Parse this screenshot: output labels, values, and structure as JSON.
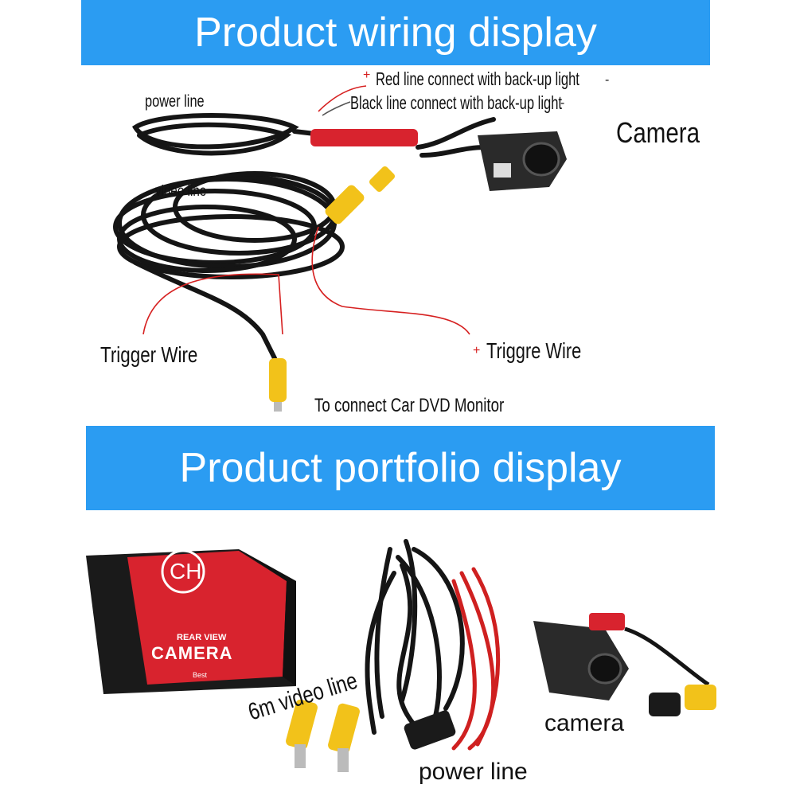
{
  "header1": {
    "title": "Product wiring display"
  },
  "header2": {
    "title": "Product portfolio display"
  },
  "wiring": {
    "power_line": "power line",
    "red_line": "Red line connect with back-up light",
    "black_line": "Black line connect with back-up light",
    "plus": "+",
    "minus": "-",
    "camera": "Camera",
    "video_line": "video line",
    "trigger_wire": "Trigger Wire",
    "triggre_wire": "Triggre Wire",
    "monitor": "To connect Car DVD Monitor"
  },
  "portfolio": {
    "box_brand": "CH",
    "box_subtitle": "REAR VIEW",
    "box_title": "CAMERA",
    "box_small": "Best",
    "video_line": "6m video line",
    "power_line": "power line",
    "camera": "camera"
  },
  "colors": {
    "banner": "#2b9cf2",
    "cable": "#151515",
    "red_wire": "#d62020",
    "rca_yellow": "#f2c21a",
    "box_red": "#d8232e"
  }
}
